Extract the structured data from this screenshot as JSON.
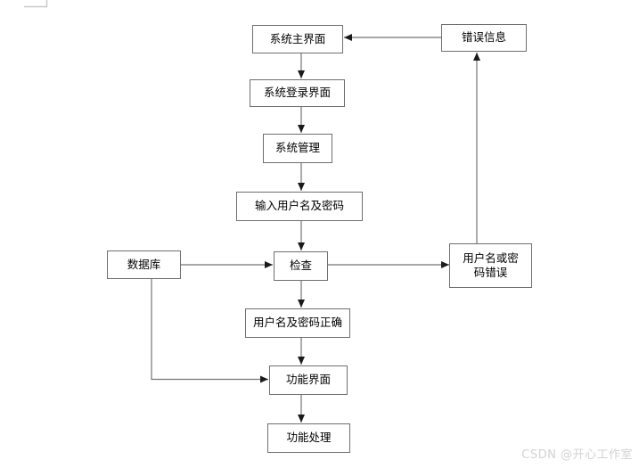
{
  "diagram": {
    "title": "login-flow-flowchart",
    "nodes": {
      "system_main": {
        "label": "系统主界面"
      },
      "error_info": {
        "label": "错误信息"
      },
      "system_login": {
        "label": "系统登录界面"
      },
      "system_management": {
        "label": "系统管理"
      },
      "input_credentials": {
        "label": "输入用户名及密码"
      },
      "database": {
        "label": "数据库"
      },
      "check": {
        "label": "检查"
      },
      "credentials_wrong": {
        "label": "用户名或密\n码错误"
      },
      "credentials_correct": {
        "label": "用户名及密码正确"
      },
      "function_ui": {
        "label": "功能界面"
      },
      "function_processing": {
        "label": "功能处理"
      }
    },
    "edges": [
      {
        "from": "error_info",
        "to": "system_main"
      },
      {
        "from": "system_main",
        "to": "system_login"
      },
      {
        "from": "system_login",
        "to": "system_management"
      },
      {
        "from": "system_management",
        "to": "input_credentials"
      },
      {
        "from": "input_credentials",
        "to": "check"
      },
      {
        "from": "database",
        "to": "check"
      },
      {
        "from": "check",
        "to": "credentials_wrong"
      },
      {
        "from": "credentials_wrong",
        "to": "error_info"
      },
      {
        "from": "check",
        "to": "credentials_correct"
      },
      {
        "from": "credentials_correct",
        "to": "function_ui"
      },
      {
        "from": "database",
        "to": "function_ui"
      },
      {
        "from": "function_ui",
        "to": "function_processing"
      }
    ],
    "colors": {
      "box_border": "#6f6f6f",
      "box_fill": "#ffffff",
      "connector": "#757575",
      "arrowhead": "#1a1a1a",
      "corner_mark": "#c9c9c9",
      "watermark_text_color": "#d2d2d2"
    }
  },
  "watermark": {
    "text": "CSDN @开心工作室"
  }
}
